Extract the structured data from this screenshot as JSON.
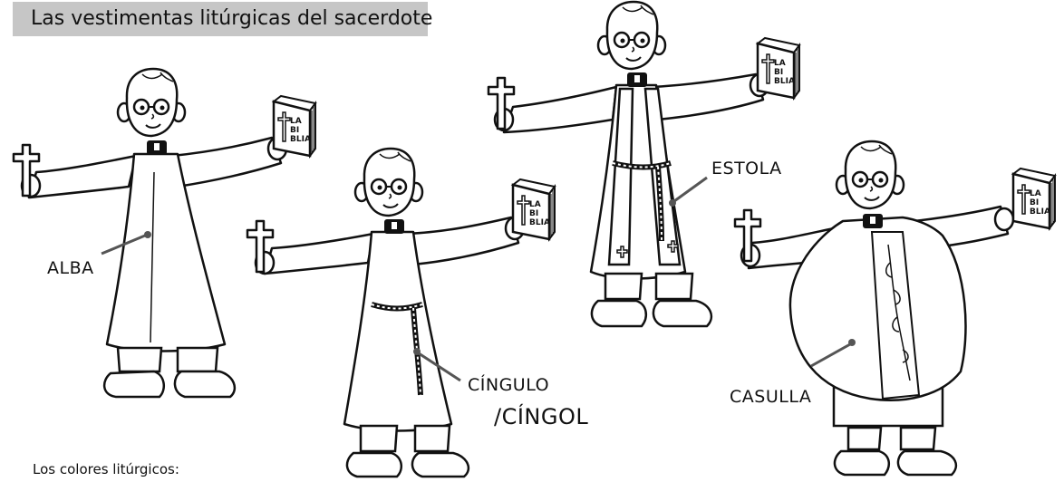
{
  "title": "Las vestimentas litúrgicas del sacerdote",
  "labels": {
    "alba": "ALBA",
    "estola": "ESTOLA",
    "cingulo_line1": "CÍNGULO",
    "cingulo_line2": "/CÍNGOL",
    "casulla": "CASULLA"
  },
  "bible_text": [
    "LA",
    "BI",
    "BLIA"
  ],
  "footer": "Los colores litúrgicos:",
  "colors": {
    "title_background": "#c6c6c6",
    "ink": "#111111",
    "paper": "#ffffff"
  },
  "figures": [
    {
      "name": "priest-alba",
      "vestments": [
        "alba"
      ]
    },
    {
      "name": "priest-cingulo",
      "vestments": [
        "alba",
        "cingulo"
      ]
    },
    {
      "name": "priest-estola",
      "vestments": [
        "alba",
        "cingulo",
        "estola"
      ]
    },
    {
      "name": "priest-casulla",
      "vestments": [
        "alba",
        "estola",
        "casulla"
      ]
    }
  ]
}
